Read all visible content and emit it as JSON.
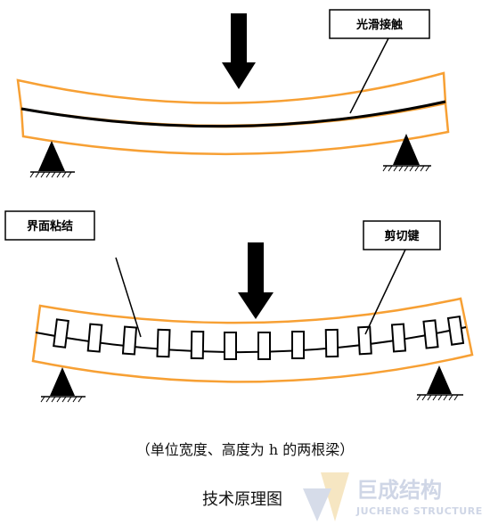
{
  "diagram1": {
    "label": "光滑接触"
  },
  "diagram2": {
    "label_left": "界面粘结",
    "label_right": "剪切键",
    "shear_key_count": 13
  },
  "caption": "（单位宽度、高度为 h 的两根梁）",
  "title": "技术原理图",
  "watermark": {
    "cn": "巨成结构",
    "en": "JUCHENG STRUCTURE"
  },
  "colors": {
    "beam_outline": "#F7A034",
    "line": "#000000",
    "watermark": "#CFD6E6"
  }
}
